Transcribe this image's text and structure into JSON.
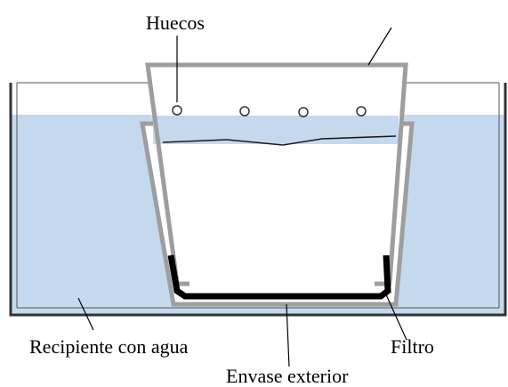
{
  "labels": {
    "holes": "Huecos",
    "water_container": "Recipiente con agua",
    "filter": "Filtro",
    "outer_container": "Envase exterior"
  },
  "colors": {
    "water": "#c5d9ee",
    "container_stroke": "#9e9e9e",
    "tank_stroke": "#333333",
    "filter": "#000000",
    "background": "#ffffff"
  }
}
